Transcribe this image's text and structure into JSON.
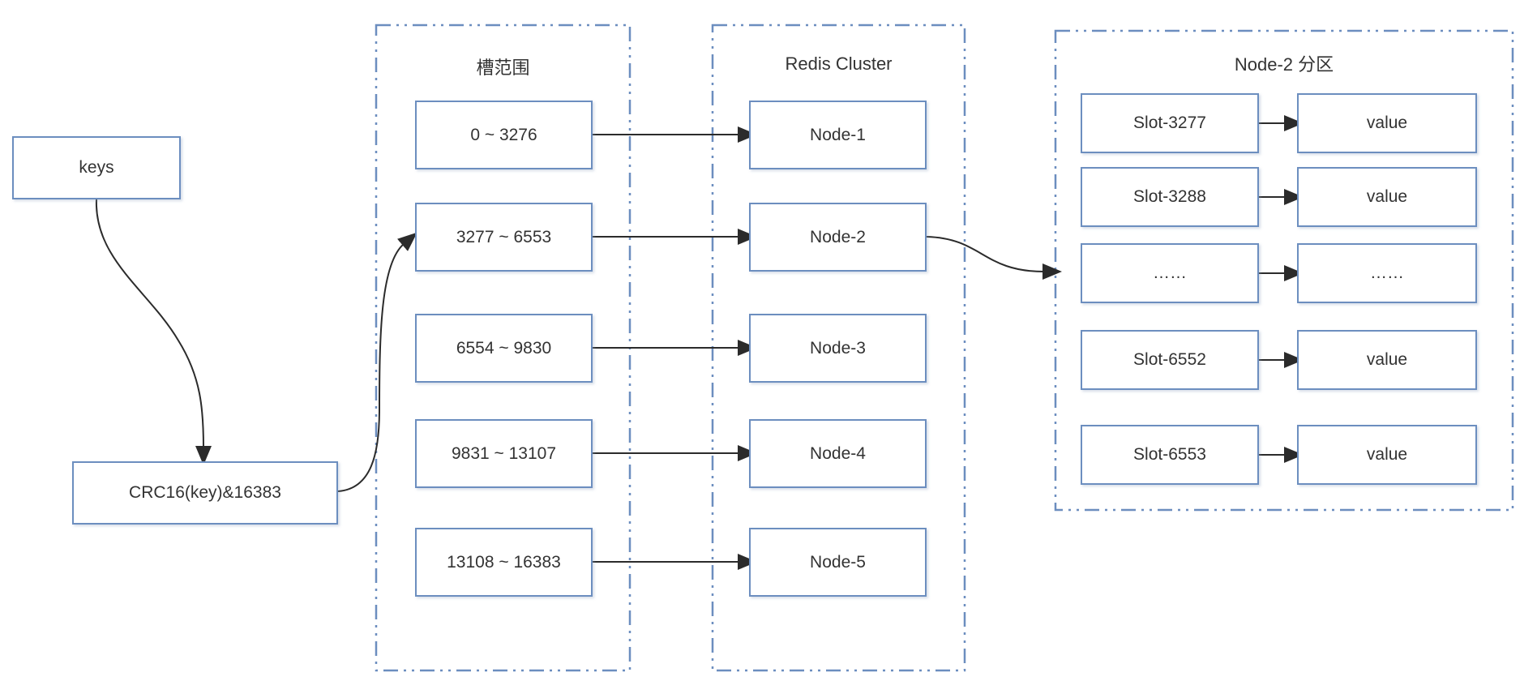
{
  "flow": {
    "keys_label": "keys",
    "hash_label": "CRC16(key)&16383"
  },
  "slot_container": {
    "title": "槽范围",
    "ranges": [
      "0 ~ 3276",
      "3277 ~ 6553",
      "6554 ~ 9830",
      "9831 ~ 13107",
      "13108 ~ 16383"
    ]
  },
  "cluster_container": {
    "title": "Redis Cluster",
    "nodes": [
      "Node-1",
      "Node-2",
      "Node-3",
      "Node-4",
      "Node-5"
    ]
  },
  "partition_container": {
    "title": "Node-2 分区",
    "rows": [
      {
        "slot": "Slot-3277",
        "value": "value"
      },
      {
        "slot": "Slot-3288",
        "value": "value"
      },
      {
        "slot": "……",
        "value": "……"
      },
      {
        "slot": "Slot-6552",
        "value": "value"
      },
      {
        "slot": "Slot-6553",
        "value": "value"
      }
    ]
  },
  "colors": {
    "box_border": "#6c8ebf",
    "container_border": "#6c8ebf",
    "arrow": "#2b2b2b",
    "text": "#333333",
    "background": "#ffffff"
  }
}
